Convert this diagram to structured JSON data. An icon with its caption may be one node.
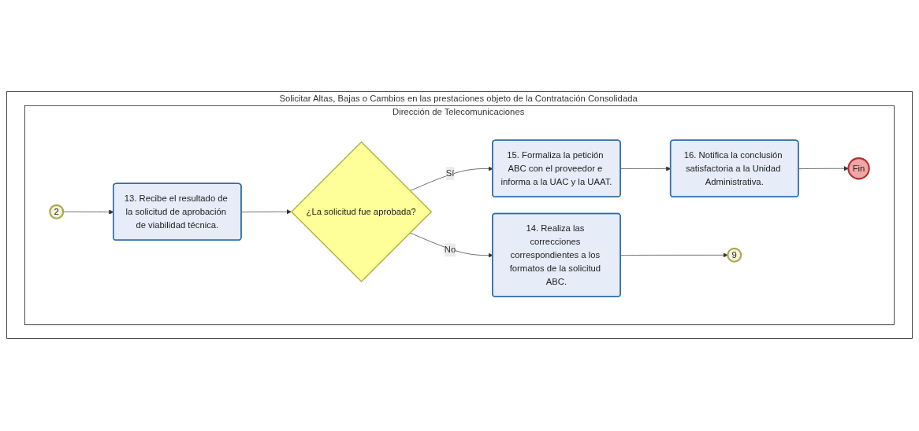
{
  "diagram": {
    "nodes": [
      {
        "text": [
          "Solicitar Altas, Bajas o Cambios en las prestaciones objeto de la Contratación Consolidada"
        ]
      },
      {
        "text": [
          "Dirección de Telecomunicaciones"
        ],
        "in": 0
      },
      {
        "text": [
          "2"
        ],
        "in": 1
      },
      {
        "text": [
          "13. Recibe el resultado de la solicitud de aprobación de viabilidad técnica."
        ],
        "in": 1
      },
      {
        "text": [
          "¿La solicitud fue aprobada?"
        ],
        "in": 1
      },
      {
        "text": [
          "15. Formaliza la petición ABC con el proveedor e informa a la UAC y la UAAT."
        ],
        "in": 1
      },
      {
        "text": [
          "16. Notifica la conclusión satisfactoria a la Unidad Administrativa."
        ],
        "in": 1
      },
      {
        "text": [
          "14. Realiza las correcciones correspondientes a los formatos de la solicitud ABC."
        ],
        "in": 1
      },
      {
        "text": [
          "9"
        ],
        "in": 1
      },
      {
        "text": [
          "Fin"
        ],
        "in": 1
      }
    ],
    "edges": [
      {
        "from": 2,
        "to": 3,
        "arrow": "to"
      },
      {
        "from": 3,
        "to": 4,
        "arrow": "to"
      },
      {
        "from": 4,
        "to": 5,
        "arrow": "to",
        "label": "Sí"
      },
      {
        "from": 4,
        "to": 7,
        "arrow": "to",
        "label": "No"
      },
      {
        "from": 5,
        "to": 6,
        "arrow": "to"
      },
      {
        "from": 6,
        "to": 9,
        "arrow": "to"
      },
      {
        "from": 7,
        "to": 8,
        "arrow": "to"
      }
    ]
  }
}
